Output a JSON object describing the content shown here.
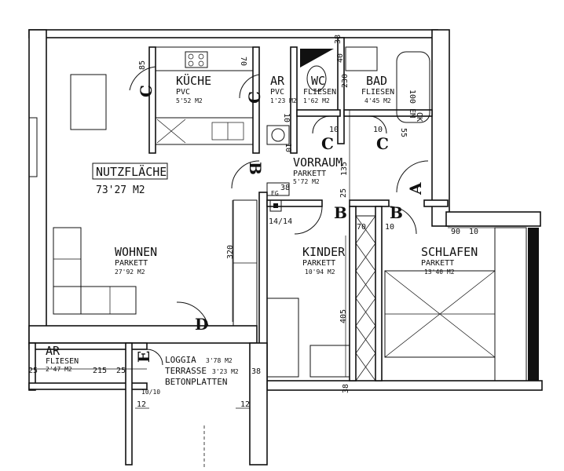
{
  "summary": {
    "label": "NUTZFLÄCHE",
    "area": "73'27 M2"
  },
  "rooms": [
    {
      "id": "kueche",
      "name": "KÜCHE",
      "material": "PVC",
      "area": "5'52 M2"
    },
    {
      "id": "ar1",
      "name": "AR",
      "material": "PVC",
      "area": "1'23 M2"
    },
    {
      "id": "wc",
      "name": "WC",
      "material": "FLIESEN",
      "area": "1'62 M2"
    },
    {
      "id": "bad",
      "name": "BAD",
      "material": "FLIESEN",
      "area": "4'45 M2"
    },
    {
      "id": "vorraum",
      "name": "VORRAUM",
      "material": "PARKETT",
      "area": "5'72 M2"
    },
    {
      "id": "wohnen",
      "name": "WOHNEN",
      "material": "PARKETT",
      "area": "27'92 M2"
    },
    {
      "id": "kinder",
      "name": "KINDER",
      "material": "PARKETT",
      "area": "10'94 M2"
    },
    {
      "id": "schlafen",
      "name": "SCHLAFEN",
      "material": "PARKETT",
      "area": "13'40 M2"
    },
    {
      "id": "ar2",
      "name": "AR",
      "material": "FLIESEN",
      "area": "2'47 M2"
    },
    {
      "id": "loggia",
      "name": "LOGGIA",
      "material": "TERRASSE",
      "material2": "BETONPLATTEN",
      "area": "3'78 M2",
      "area2": "3'23 M2"
    }
  ],
  "door_labels": {
    "A": "A",
    "B": "B",
    "C": "C",
    "D": "D",
    "E": "E"
  },
  "dimensions": {
    "d85": "85",
    "d70": "70",
    "d38": "38",
    "d40": "40",
    "d230": "230",
    "d100": "100",
    "d100em": "100 EM",
    "dOK": "OK",
    "d55": "55",
    "d10": "10",
    "d135": "135",
    "d25": "25",
    "d90": "90",
    "d10b": "10",
    "d320": "320",
    "d405": "405",
    "d215": "215",
    "d12": "12",
    "d1010": "10/10",
    "d38b": "38"
  },
  "tags": {
    "eg": "EG",
    "shaft": "14/14"
  }
}
